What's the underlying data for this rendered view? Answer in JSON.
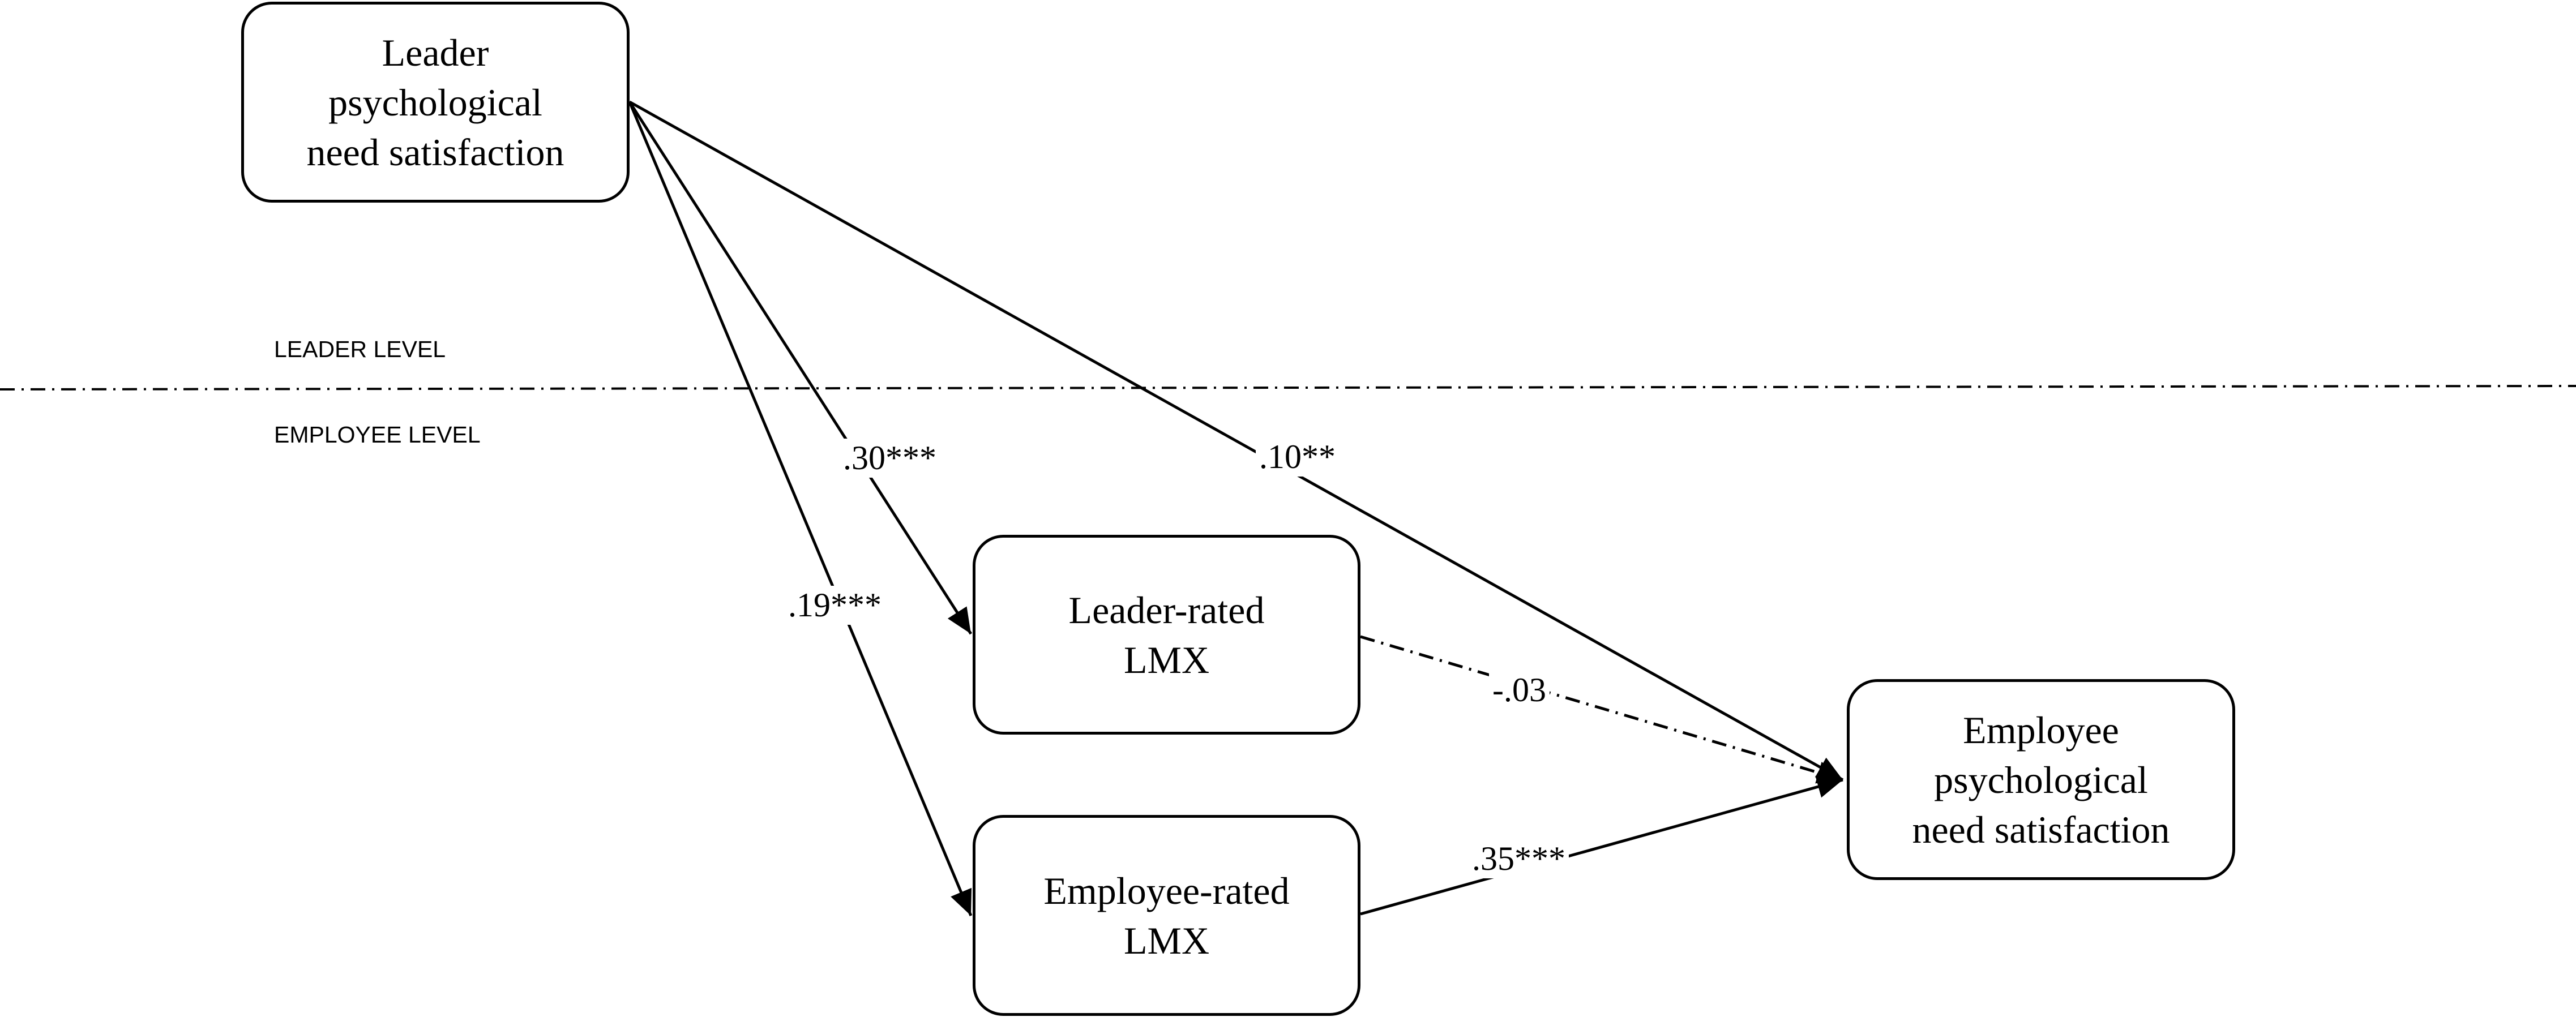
{
  "nodes": {
    "leader_psn": {
      "lines": [
        "Leader",
        "psychological",
        "need satisfaction"
      ]
    },
    "leader_lmx": {
      "lines": [
        "Leader-rated",
        "LMX"
      ]
    },
    "employee_lmx": {
      "lines": [
        "Employee-rated",
        "LMX"
      ]
    },
    "employee_psn": {
      "lines": [
        "Employee",
        "psychological",
        "need satisfaction"
      ]
    }
  },
  "levels": {
    "leader": "LEADER LEVEL",
    "employee": "EMPLOYEE LEVEL"
  },
  "paths": {
    "leader_to_leader_lmx": ".30***",
    "leader_to_employee_lmx": ".19***",
    "leader_to_employee_psn": ".10**",
    "leader_lmx_to_employee_psn": "-.03",
    "employee_lmx_to_employee_psn": ".35***"
  }
}
